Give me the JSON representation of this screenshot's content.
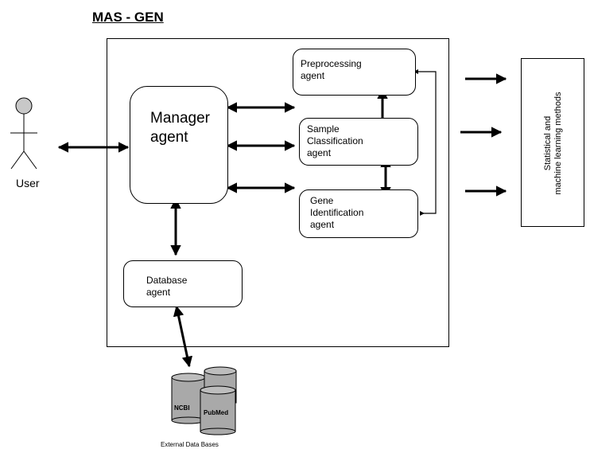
{
  "title": "MAS - GEN",
  "agents": {
    "manager": "Manager\nagent",
    "preprocessing": "Preprocessing\nagent",
    "sample": "Sample\nClassification\nagent",
    "gene": "Gene\nIdentification\nagent",
    "database": "Database\nagent"
  },
  "user_label": "User",
  "stats_label": "Statistical and\nmachine learning methods",
  "databases": [
    "NCBI",
    "PubMed"
  ],
  "external_label": "External Data Bases"
}
